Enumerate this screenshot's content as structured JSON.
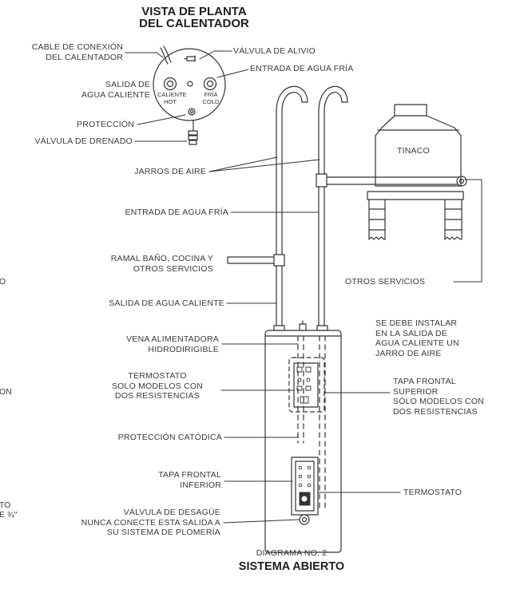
{
  "title": {
    "line1": "VISTA DE PLANTA",
    "line2": "DEL CALENTADOR"
  },
  "plan_view": {
    "cable": {
      "line1": "CABLE DE CONEXIÓN",
      "line2": "DEL CALENTADOR"
    },
    "relief_valve": "VÁLVULA DE ALIVIO",
    "hot_outlet": {
      "line1": "SALIDA DE",
      "line2": "AGUA CALIENTE"
    },
    "cold_inlet": "ENTRADA DE AGUA FRÍA",
    "port_hot": {
      "line1": "CALIENTE",
      "line2": "HOT"
    },
    "port_cold": {
      "line1": "FRÍA",
      "line2": "COLD"
    },
    "protection": "PROTECCIÓN",
    "drain_valve": "VÁLVULA DE DRENADO"
  },
  "labels": {
    "air_jars": "JARROS DE AIRE",
    "cold_inlet": "ENTRADA DE AGUA FRÍA",
    "branch": {
      "line1": "RAMAL BAÑO, COCINA Y",
      "line2": "OTROS SERVICIOS"
    },
    "hot_outlet": "SALIDA DE AGUA CALIENTE",
    "feed_vein": {
      "line1": "VENA ALIMENTADORA",
      "line2": "HIDRODIRIGIBLE"
    },
    "thermostat_upper": {
      "line1": "TERMOSTATO",
      "line2": "SOLO MODELOS CON",
      "line3": "DOS RESISTENCIAS"
    },
    "cathodic": "PROTECCIÓN CATÓDICA",
    "lower_cover": {
      "line1": "TAPA FRONTAL",
      "line2": "INFERIOR"
    },
    "drain": {
      "line1": "VÁLVULA DE DESAGÜE",
      "line2": "NUNCA CONECTE ESTA SALIDA A",
      "line3": "SU SISTEMA DE PLOMERÍA"
    },
    "tank": "TINACO",
    "other_services": "OTROS SERVICIOS",
    "note": {
      "line1": "SE DEBE INSTALAR",
      "line2": "EN LA SALIDA DE",
      "line3": "AGUA CALIENTE UN",
      "line4": "JARRO DE AIRE"
    },
    "upper_cover": {
      "line1": "TAPA FRONTAL",
      "line2": "SUPERIOR",
      "line3": "SÓLO MODELOS CON",
      "line4": "DOS RESISTENCIAS"
    },
    "thermostat_lower": "TERMOSTATO"
  },
  "clipped": {
    "c1": "O",
    "c2": "ON",
    "c3": "TO",
    "c4": "E ¾\""
  },
  "footer": {
    "diagram_no": "DIAGRAMA NO. 2",
    "system": "SISTEMA ABIERTO"
  }
}
